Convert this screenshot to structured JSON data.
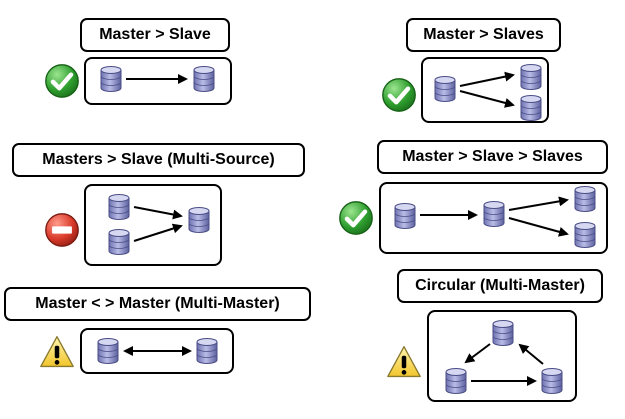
{
  "topologies": [
    {
      "title": "Master > Slave",
      "status": "supported",
      "status_icon": "check-icon"
    },
    {
      "title": "Master > Slaves",
      "status": "supported",
      "status_icon": "check-icon"
    },
    {
      "title": "Masters > Slave (Multi-Source)",
      "status": "not-supported",
      "status_icon": "no-entry-icon"
    },
    {
      "title": "Master > Slave > Slaves",
      "status": "supported",
      "status_icon": "check-icon"
    },
    {
      "title": "Master < > Master (Multi-Master)",
      "status": "caution",
      "status_icon": "warning-icon"
    },
    {
      "title": "Circular (Multi-Master)",
      "status": "caution",
      "status_icon": "warning-icon"
    }
  ],
  "colors": {
    "database": "#8f93c9",
    "database_top": "#c3c6ea",
    "check": "#2e9e2e",
    "no_entry": "#d93a2a",
    "warning": "#f2d13a"
  }
}
